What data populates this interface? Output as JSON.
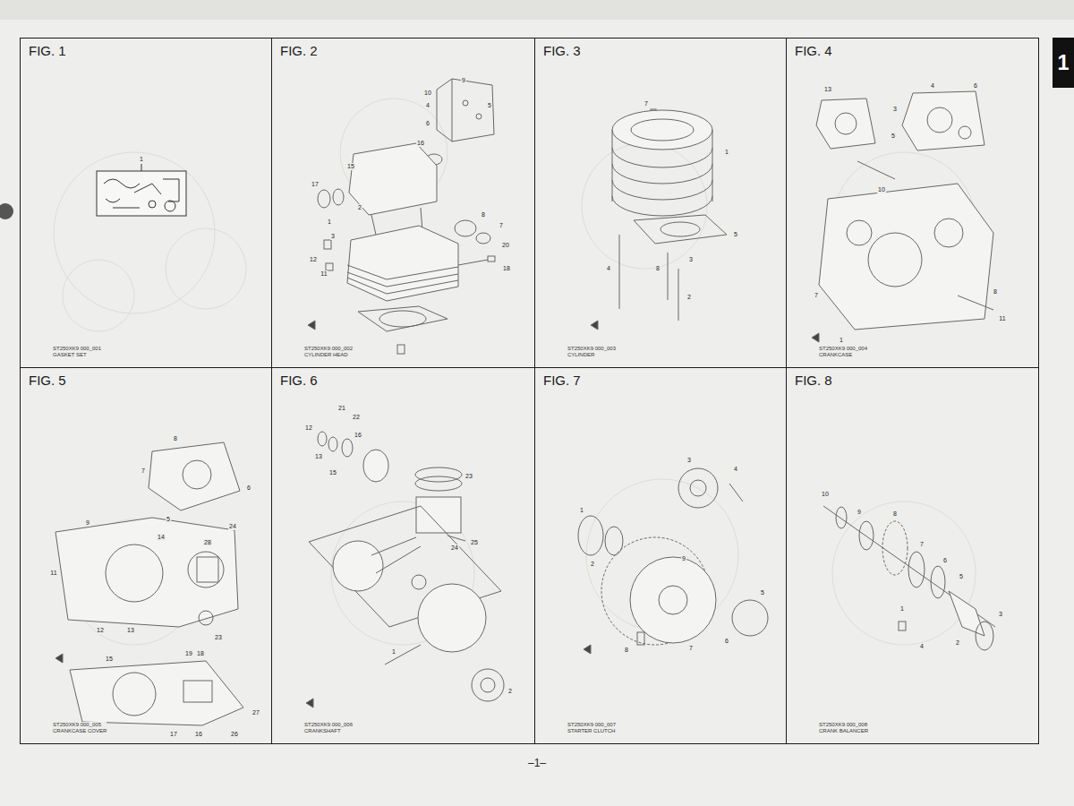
{
  "diagram": {
    "nodes": [
      {
        "text": [
          "FIG. 1",
          "ST250XK9 000_001",
          "GASKET SET"
        ]
      },
      {
        "text": [
          "FIG. 2",
          "ST250XK9 000_002",
          "CYLINDER HEAD"
        ]
      },
      {
        "text": [
          "FIG. 3",
          "ST250XK9 000_003",
          "CYLINDER"
        ]
      },
      {
        "text": [
          "FIG. 4",
          "ST250XK9 000_004",
          "CRANKCASE"
        ]
      },
      {
        "text": [
          "FIG. 5",
          "ST250XK9 000_005",
          "CRANKCASE COVER"
        ]
      },
      {
        "text": [
          "FIG. 6",
          "ST250XK9 000_006",
          "CRANKSHAFT"
        ]
      },
      {
        "text": [
          "FIG. 7",
          "ST250XK9 000_007",
          "STARTER CLUTCH"
        ]
      },
      {
        "text": [
          "FIG. 8",
          "ST250XK9 000_008",
          "CRANK BALANCER"
        ]
      },
      {
        "text": [
          "1"
        ]
      }
    ],
    "labels": [
      "1",
      "9",
      "10",
      "4",
      "5",
      "6",
      "16",
      "15",
      "17",
      "2",
      "1",
      "3",
      "12",
      "11",
      "8",
      "7",
      "20",
      "18",
      "7",
      "1",
      "5",
      "4",
      "8",
      "3",
      "2",
      "13",
      "4",
      "3",
      "5",
      "6",
      "10",
      "7",
      "8",
      "11",
      "1",
      "8",
      "7",
      "6",
      "5",
      "9",
      "11",
      "14",
      "28",
      "24",
      "23",
      "12",
      "13",
      "27",
      "19",
      "18",
      "15",
      "17",
      "16",
      "26",
      "21",
      "22",
      "12",
      "13",
      "16",
      "15",
      "23",
      "24",
      "25",
      "1",
      "2",
      "3",
      "4",
      "1",
      "2",
      "9",
      "5",
      "6",
      "7",
      "8",
      "10",
      "9",
      "8",
      "7",
      "6",
      "5",
      "1",
      "4",
      "2",
      "3",
      "–1–"
    ]
  }
}
